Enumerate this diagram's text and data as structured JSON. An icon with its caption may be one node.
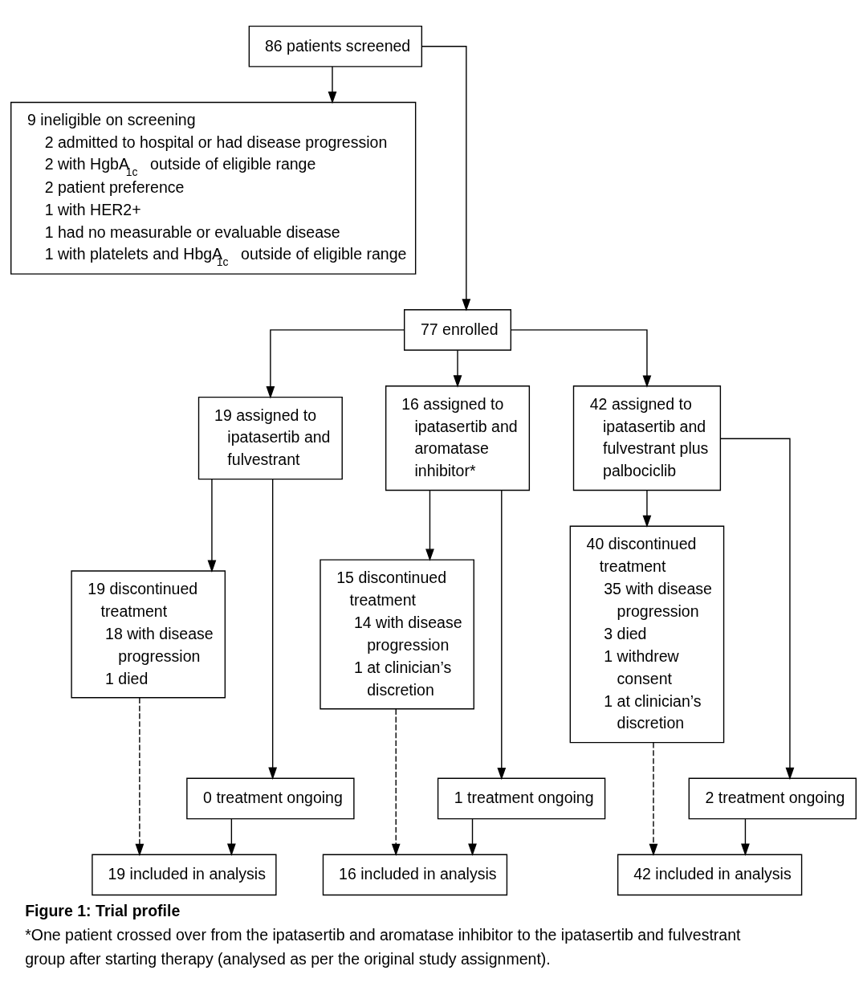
{
  "diagram": {
    "title": "Figure 1: Trial profile",
    "caption": "*One patient crossed over from the ipatasertib and aromatase inhibitor to the ipatasertib and fulvestrant group after starting therapy (analysed as per the original study assignment).",
    "nodes": [
      {
        "text": [
          "86 patients screened"
        ]
      },
      {
        "text": [
          "9 ineligible on screening",
          "2 admitted to hospital or had disease progression",
          "2 with HgbA$_{1c}$ outside of eligible range",
          "2 patient preference",
          "1 with HER2+",
          "1 had no measurable or evaluable disease",
          "1 with platelets and HbgA$_{1c}$ outside of eligible range"
        ]
      },
      {
        "text": [
          "77 enrolled"
        ]
      },
      {
        "text": [
          "19 assigned to ipatasertib and fulvestrant"
        ]
      },
      {
        "text": [
          "16 assigned to ipatasertib and aromatase inhibitor*"
        ]
      },
      {
        "text": [
          "42 assigned to ipatasertib and fulvestrant plus palbociclib"
        ]
      },
      {
        "text": [
          "19 discontinued treatment",
          "18 with disease progression",
          "1 died"
        ]
      },
      {
        "text": [
          "15 discontinued treatment",
          "14 with disease progression",
          "1 at clinician’s discretion"
        ]
      },
      {
        "text": [
          "40 discontinued treatment",
          "35 with disease progression",
          "3 died",
          "1 withdrew consent",
          "1 at clinician’s discretion"
        ]
      },
      {
        "text": [
          "0 treatment ongoing"
        ]
      },
      {
        "text": [
          "1 treatment ongoing"
        ]
      },
      {
        "text": [
          "2 treatment ongoing"
        ]
      },
      {
        "text": [
          "19 included in analysis"
        ]
      },
      {
        "text": [
          "16 included in analysis"
        ]
      },
      {
        "text": [
          "42 included in analysis"
        ]
      }
    ],
    "edges": [
      {
        "from": 0,
        "to": 2,
        "arrow": "to"
      },
      {
        "from": 0,
        "to": 1,
        "arrow": "to"
      },
      {
        "from": 2,
        "to": 3,
        "arrow": "to"
      },
      {
        "from": 2,
        "to": 4,
        "arrow": "to"
      },
      {
        "from": 2,
        "to": 5,
        "arrow": "to"
      },
      {
        "from": 3,
        "to": 9,
        "arrow": "to"
      },
      {
        "from": 3,
        "to": 6,
        "arrow": "to"
      },
      {
        "from": 4,
        "to": 10,
        "arrow": "to"
      },
      {
        "from": 4,
        "to": 7,
        "arrow": "to"
      },
      {
        "from": 5,
        "to": 11,
        "arrow": "to"
      },
      {
        "from": 5,
        "to": 8,
        "arrow": "to"
      },
      {
        "from": 9,
        "to": 12,
        "arrow": "to"
      },
      {
        "from": 10,
        "to": 13,
        "arrow": "to"
      },
      {
        "from": 11,
        "to": 14,
        "arrow": "to"
      },
      {
        "from": 6,
        "to": 12,
        "arrow": "to",
        "style": "dashed"
      },
      {
        "from": 7,
        "to": 13,
        "arrow": "to",
        "style": "dashed"
      },
      {
        "from": 8,
        "to": 14,
        "arrow": "to",
        "style": "dashed"
      }
    ]
  }
}
